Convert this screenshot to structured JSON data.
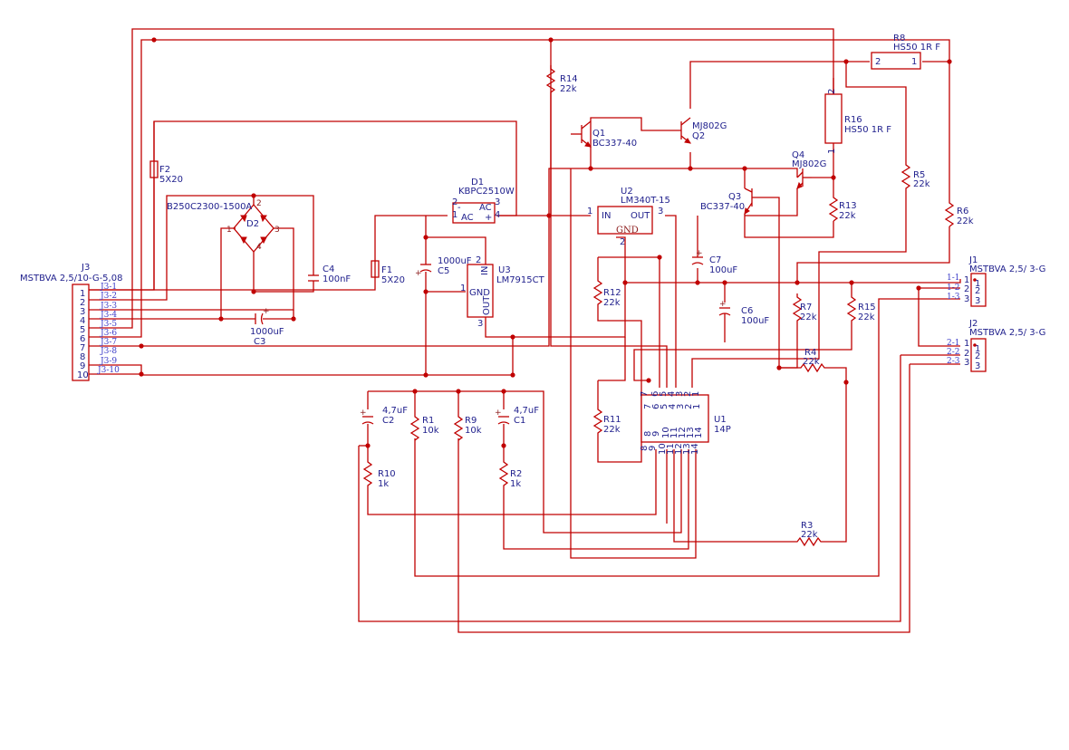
{
  "components": {
    "J3": {
      "ref": "J3",
      "value": "MSTBVA 2,5/10-G-5,08",
      "pins": [
        "1",
        "2",
        "3",
        "4",
        "5",
        "6",
        "7",
        "8",
        "9",
        "10"
      ],
      "nets": [
        "J3-1",
        "J3-2",
        "J3-3",
        "J3-4",
        "J3-5",
        "J3-6",
        "J3-7",
        "J3-8",
        "J3-9",
        "J3-10"
      ]
    },
    "F2": {
      "ref": "F2",
      "value": "5X20"
    },
    "F1": {
      "ref": "F1",
      "value": "5X20"
    },
    "D2": {
      "ref": "D2",
      "value": "B250C2300-1500A",
      "pins": [
        "2",
        "1",
        "3",
        "4"
      ]
    },
    "C4": {
      "ref": "C4",
      "value": "100nF"
    },
    "C3": {
      "ref": "C3",
      "value": "1000uF"
    },
    "C5": {
      "ref": "C5",
      "value": "1000uF"
    },
    "D1": {
      "ref": "D1",
      "value": "KBPC2510W",
      "pins": [
        "2",
        "1",
        "3",
        "4"
      ],
      "labels": [
        "AC",
        "AC",
        "-",
        "+"
      ]
    },
    "U3": {
      "ref": "U3",
      "value": "LM7915CT",
      "pins": [
        "1",
        "2",
        "3"
      ],
      "labels": [
        "GND",
        "IN",
        "OUT"
      ]
    },
    "U2": {
      "ref": "U2",
      "value": "LM340T-15",
      "pins": [
        "1",
        "3",
        "2"
      ],
      "labels": [
        "IN",
        "OUT",
        "GND"
      ]
    },
    "R14": {
      "ref": "R14",
      "value": "22k"
    },
    "Q1": {
      "ref": "Q1",
      "value": "BC337-40"
    },
    "Q2": {
      "ref": "Q2",
      "value": "MJ802G"
    },
    "Q3": {
      "ref": "Q3",
      "value": "BC337-40"
    },
    "Q4": {
      "ref": "Q4",
      "value": "MJ802G"
    },
    "R8": {
      "ref": "R8",
      "value": "HS50 1R F",
      "pins": [
        "2",
        "1"
      ]
    },
    "R16": {
      "ref": "R16",
      "value": "HS50 1R F",
      "pins": [
        "2",
        "1"
      ]
    },
    "R5": {
      "ref": "R5",
      "value": "22k"
    },
    "R6": {
      "ref": "R6",
      "value": "22k"
    },
    "R13": {
      "ref": "R13",
      "value": "22k"
    },
    "R12": {
      "ref": "R12",
      "value": "22k"
    },
    "C7": {
      "ref": "C7",
      "value": "100uF"
    },
    "C6": {
      "ref": "C6",
      "value": "100uF"
    },
    "R7": {
      "ref": "R7",
      "value": "22k"
    },
    "R15": {
      "ref": "R15",
      "value": "22k"
    },
    "R4": {
      "ref": "R4",
      "value": "22k"
    },
    "R11": {
      "ref": "R11",
      "value": "22k"
    },
    "U1": {
      "ref": "U1",
      "value": "14P",
      "top_pins": [
        "7",
        "6",
        "5",
        "4",
        "3",
        "2",
        "1"
      ],
      "bottom_pins": [
        "8",
        "9",
        "10",
        "11",
        "12",
        "13",
        "14"
      ]
    },
    "R3": {
      "ref": "R3",
      "value": "22k"
    },
    "C2": {
      "ref": "C2",
      "value": "4,7uF"
    },
    "R1": {
      "ref": "R1",
      "value": "10k"
    },
    "R9": {
      "ref": "R9",
      "value": "10k"
    },
    "C1": {
      "ref": "C1",
      "value": "4,7uF"
    },
    "R10": {
      "ref": "R10",
      "value": "1k"
    },
    "R2": {
      "ref": "R2",
      "value": "1k"
    },
    "J1": {
      "ref": "J1",
      "value": "MSTBVA 2,5/ 3-G",
      "pins": [
        "1",
        "2",
        "3"
      ],
      "nets": [
        "1-1",
        "1-2",
        "1-3"
      ]
    },
    "J2": {
      "ref": "J2",
      "value": "MSTBVA 2,5/ 3-G",
      "pins": [
        "1",
        "2",
        "3"
      ],
      "nets": [
        "2-1",
        "2-2",
        "2-3"
      ]
    }
  },
  "colors": {
    "wire": "#c00000",
    "label": "#1e1e8c",
    "net_label": "#3c3cc8",
    "pin_number": "#8b1a1a",
    "background": "#ffffff"
  }
}
